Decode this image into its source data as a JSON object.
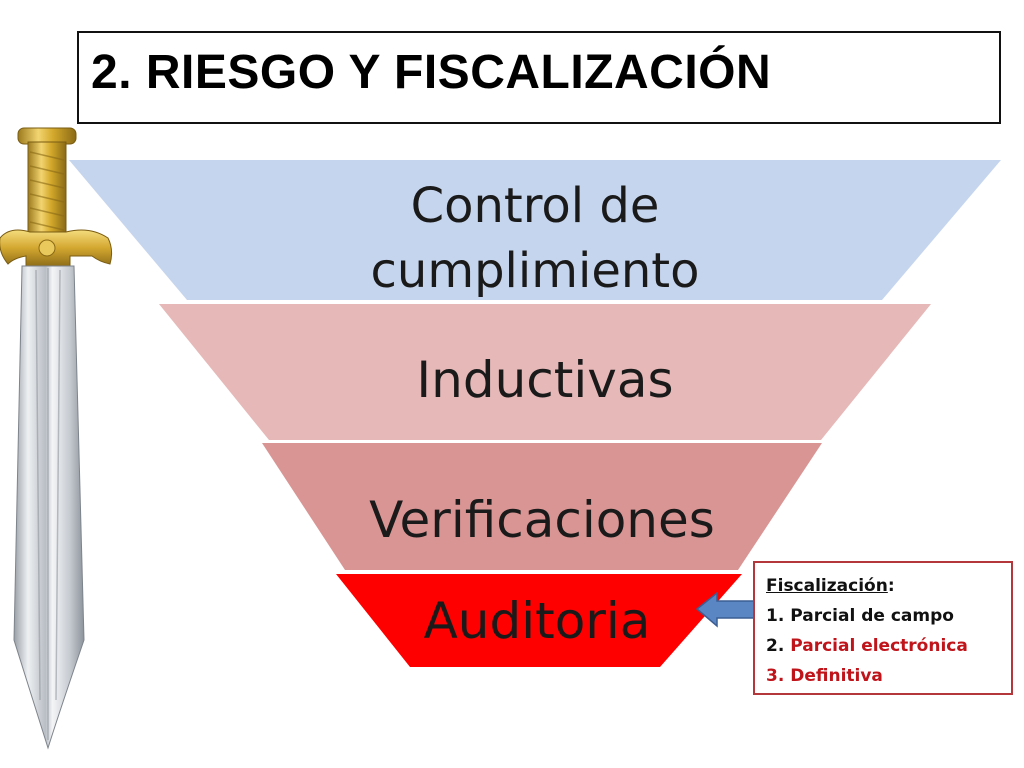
{
  "title": "2. RIESGO Y FISCALIZACIÓN",
  "pyramid": [
    {
      "lines": [
        "Control de",
        "cumplimiento"
      ],
      "color": "#c6d5ee"
    },
    {
      "lines": [
        "Inductivas"
      ],
      "color": "#e6b8b8"
    },
    {
      "lines": [
        "Verificaciones"
      ],
      "color": "#d99594"
    },
    {
      "lines": [
        "Auditoria"
      ],
      "color": "#ff0000"
    }
  ],
  "callout": {
    "heading": "Fiscalización",
    "colon": ":",
    "items": [
      {
        "num": "1.",
        "text": "Parcial de campo",
        "color": "#111111"
      },
      {
        "num": "2.",
        "text": "Parcial electrónica",
        "color": "#c0141b"
      },
      {
        "num": "3.",
        "text": "Definitiva",
        "color": "#c0141b"
      }
    ]
  },
  "colors": {
    "callout_border": "#b4373c",
    "arrow_fill": "#5b86c4",
    "arrow_stroke": "#3b5e94"
  }
}
